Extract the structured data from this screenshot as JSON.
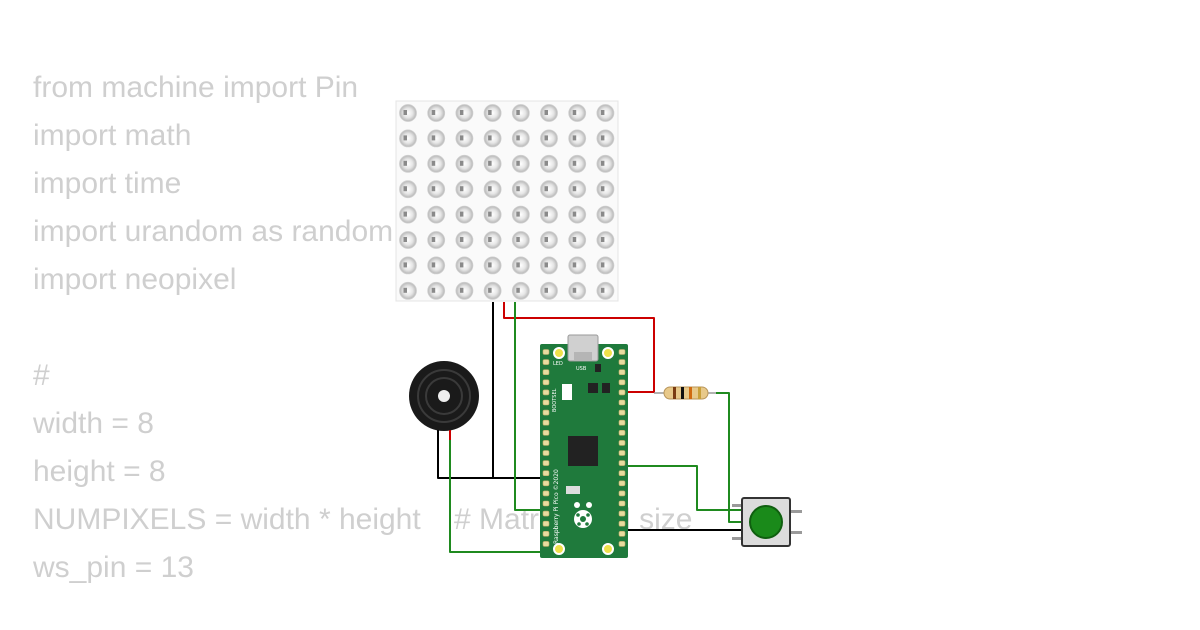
{
  "code_lines": [
    "from machine import Pin",
    "import math",
    "import time",
    "import urandom as random",
    "import neopixel",
    "",
    "#",
    "width = 8",
    "height = 8",
    "NUMPIXELS = width * height    # Matrix pixel size",
    "ws_pin = 13"
  ],
  "board": {
    "name": "Raspberry Pi Pico ©2020",
    "usb_label": "USB",
    "led_label": "LED",
    "bootsel_label": "BOOTSEL"
  },
  "components": [
    "neopixel-matrix-8x8",
    "raspberry-pi-pico",
    "piezo-buzzer",
    "resistor",
    "pushbutton"
  ],
  "colors": {
    "code_text": "#cfcfcf",
    "pcb": "#1f7a3c",
    "wire_red": "#cc0000",
    "wire_green": "#1f8a1f",
    "wire_black": "#000000",
    "button_cap": "#1a8a1a"
  }
}
